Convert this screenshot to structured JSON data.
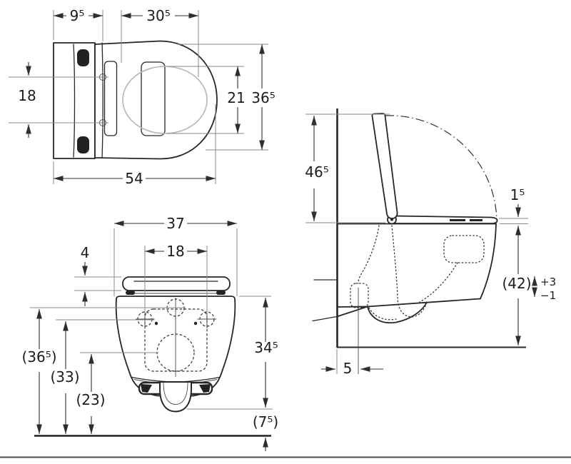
{
  "page": {
    "type": "technical-dimension-drawing",
    "subject": "Wall-hung WC with seat and lid - three orthographic views with dimensions in cm"
  },
  "views": {
    "top": {
      "label": "top-view",
      "dims": {
        "back_section_depth": "9⁵",
        "lid_length": "30⁵",
        "fixing_hole_spacing": "18",
        "seat_opening_width": "21",
        "overall_width": "36⁵",
        "overall_depth": "54"
      }
    },
    "front": {
      "label": "front-view",
      "dims": {
        "overall_width": "37",
        "seat_band_height": "4",
        "fixing_bolt_spacing": "18",
        "water_supply_height": "(36⁵)",
        "fixing_bolt_height": "(33)",
        "outlet_height": "(23)",
        "ceramic_height": "34⁵",
        "floor_clearance": "(7⁵)"
      }
    },
    "side": {
      "label": "side-view",
      "dims": {
        "open_lid_height": "46⁵",
        "seat_profile_height": "1⁵",
        "installation_height": "(42)",
        "tolerance_plus": "+3",
        "tolerance_minus": "−1",
        "supply_wall_offset": "5"
      }
    }
  },
  "colors": {
    "outline": "#262626",
    "dimension_line": "#2e2e2e",
    "extension_line": "#8a8a8a",
    "light_detail": "#b5b5b5",
    "background": "#ffffff",
    "page_edge": "#4d4d4d"
  }
}
